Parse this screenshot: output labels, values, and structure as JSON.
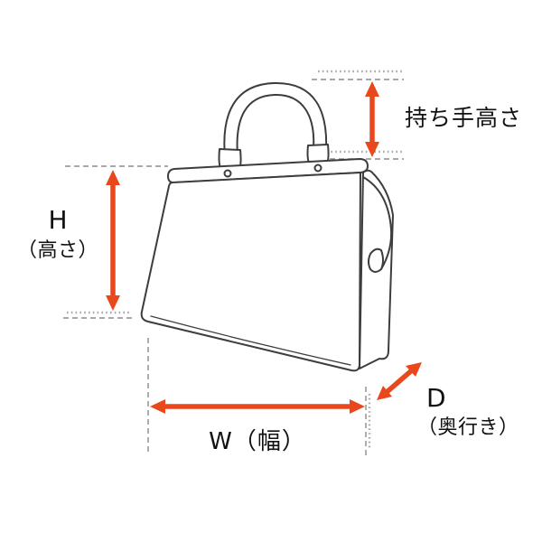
{
  "labels": {
    "handle_height": "持ち手高さ",
    "height_symbol": "H",
    "height_name": "（高さ）",
    "width": "W（幅）",
    "depth_symbol": "D",
    "depth_name": "（奥行き）"
  },
  "colors": {
    "arrow": "#E8481C",
    "outline": "#3D3D3D",
    "guide": "#8C8C8C",
    "background": "#FFFFFF"
  }
}
